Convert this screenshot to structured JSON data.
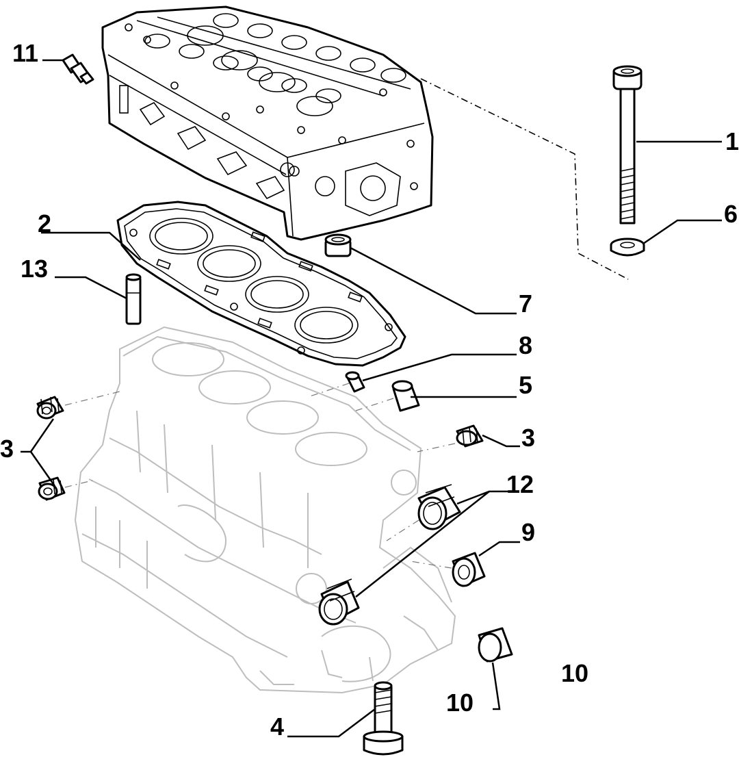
{
  "callouts": [
    {
      "id": "c1",
      "text": "1"
    },
    {
      "id": "c2",
      "text": "2"
    },
    {
      "id": "c3a",
      "text": "3"
    },
    {
      "id": "c3b",
      "text": "3"
    },
    {
      "id": "c4",
      "text": "4"
    },
    {
      "id": "c5",
      "text": "5"
    },
    {
      "id": "c6",
      "text": "6"
    },
    {
      "id": "c7",
      "text": "7"
    },
    {
      "id": "c8",
      "text": "8"
    },
    {
      "id": "c9",
      "text": "9"
    },
    {
      "id": "c10a",
      "text": "10"
    },
    {
      "id": "c10b",
      "text": "10"
    },
    {
      "id": "c11",
      "text": "11"
    },
    {
      "id": "c12",
      "text": "12"
    },
    {
      "id": "c13",
      "text": "13"
    }
  ]
}
